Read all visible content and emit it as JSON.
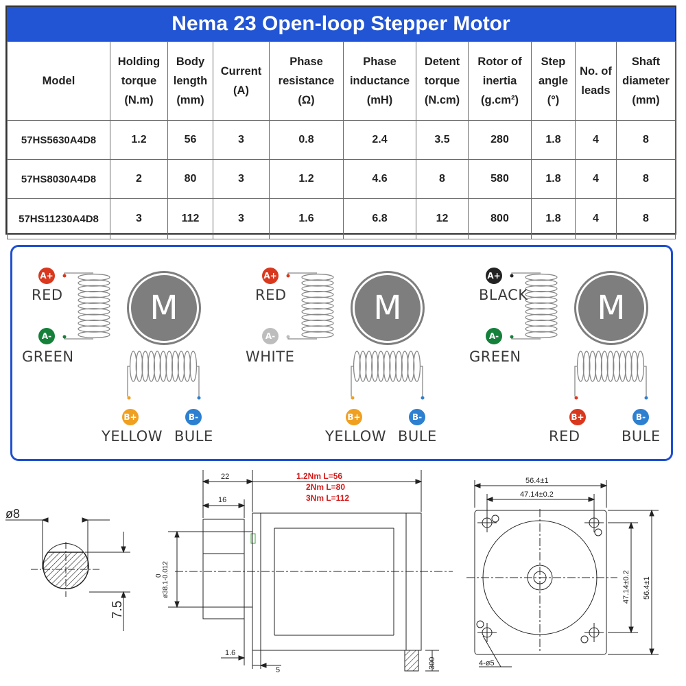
{
  "table": {
    "title": "Nema 23 Open-loop Stepper Motor",
    "headers": [
      [
        "Model"
      ],
      [
        "Holding",
        "torque",
        "(N.m)"
      ],
      [
        "Body",
        "length",
        "(mm)"
      ],
      [
        "Current",
        "(A)"
      ],
      [
        "Phase",
        "resistance",
        "(Ω)"
      ],
      [
        "Phase",
        "inductance",
        "(mH)"
      ],
      [
        "Detent",
        "torque",
        "(N.cm)"
      ],
      [
        "Rotor of",
        "inertia",
        "(g.cm²)"
      ],
      [
        "Step",
        "angle",
        "(°)"
      ],
      [
        "No. of",
        "leads"
      ],
      [
        "Shaft",
        "diameter",
        "(mm)"
      ]
    ],
    "rows": [
      [
        "57HS5630A4D8",
        "1.2",
        "56",
        "3",
        "0.8",
        "2.4",
        "3.5",
        "280",
        "1.8",
        "4",
        "8"
      ],
      [
        "57HS8030A4D8",
        "2",
        "80",
        "3",
        "1.2",
        "4.6",
        "8",
        "580",
        "1.8",
        "4",
        "8"
      ],
      [
        "57HS11230A4D8",
        "3",
        "112",
        "3",
        "1.6",
        "6.8",
        "12",
        "800",
        "1.8",
        "4",
        "8"
      ]
    ]
  },
  "wiring": [
    {
      "a_plus": {
        "badge": "A+",
        "label": "RED",
        "color": "#d9381e"
      },
      "a_minus": {
        "badge": "A-",
        "label": "GREEN",
        "color": "#14803a"
      },
      "b_plus": {
        "badge": "B+",
        "label": "YELLOW",
        "color": "#f0a020"
      },
      "b_minus": {
        "badge": "B-",
        "label": "BULE",
        "color": "#2d7fd0"
      },
      "motor": "M"
    },
    {
      "a_plus": {
        "badge": "A+",
        "label": "RED",
        "color": "#d9381e"
      },
      "a_minus": {
        "badge": "A-",
        "label": "WHITE",
        "color": "#bdbdbd"
      },
      "b_plus": {
        "badge": "B+",
        "label": "YELLOW",
        "color": "#f0a020"
      },
      "b_minus": {
        "badge": "B-",
        "label": "BULE",
        "color": "#2d7fd0"
      },
      "motor": "M"
    },
    {
      "a_plus": {
        "badge": "A+",
        "label": "BLACK",
        "color": "#222222"
      },
      "a_minus": {
        "badge": "A-",
        "label": "GREEN",
        "color": "#14803a"
      },
      "b_plus": {
        "badge": "B+",
        "label": "RED",
        "color": "#d9381e"
      },
      "b_minus": {
        "badge": "B-",
        "label": "BULE",
        "color": "#2d7fd0"
      },
      "motor": "M"
    }
  ],
  "drawing": {
    "shaft_diameter": "ø8",
    "flat_depth": "7.5",
    "shaft_length": "22",
    "flat_length": "16",
    "lengths": [
      "1.2Nm L=56",
      "2Nm L=80",
      "3Nm L=112"
    ],
    "boss_diameter": "ø38.1-0.012",
    "boss_tolerance": "0",
    "boss_height": "1.6",
    "flange_thickness": "5",
    "lead_length": "300",
    "flange_width": "56.4±1",
    "hole_spacing": "47.14±0.2",
    "flange_height": "56.4±1",
    "hole_spacing_v": "47.14±0.2",
    "holes": "4-ø5"
  }
}
